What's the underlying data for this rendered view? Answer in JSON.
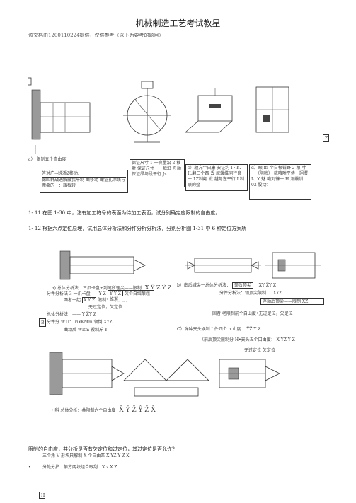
{
  "document": {
    "title": "机械制造工艺考试教星",
    "subtitle": "该文档由1200110224提供，仅供参考（以下为要考的题目）"
  },
  "figure1": {
    "caption_a": "a）  限制五个自由度",
    "box_left_title": "答对广→辨活2移动;",
    "box_left_body": "保匹群战遇解藏我平制 曲移动 瞰证孔涂线与鹿桑的一：耀板转",
    "box_mid": "保证尺寸 1 一良量沿 2 移射 保证尺寸一一触沿  舟动  保证颌与段平行  Js",
    "box_c": "c）翩亢个自康 安证约 I · h、 IL翻三个西 丢 舵蛾维同行良一 1Z制翻 掀 越与逆平行 I 制联的整",
    "box_d": "d）眼 ffi 个自根钳野 2 粮 寸 一（阻晦） 蘇哈附平侍一翊攫 I、Y 魅 範刘镰一 H 溺黻训 02 股动：",
    "marker": "Z"
  },
  "questions": {
    "q11": "1-   11 在图 1-30 中，注有加工符号的表面为待加工表面，试分别确定应限制的自由度。",
    "q12": "1-   12 根据六点定位原理，试用总体分析法和分件分析分析法，分别分析图 1-31 中 6 种定位方案所"
  },
  "figure2": {
    "line_a_head": "a) 总体分析法：三爪卡盘+到尾所理尖——限制",
    "line_a_head_xyz": "X̄ Ȳ Z̄ Ŷ Z̄",
    "line_a1": "分件分析法 3 一爪卡盘——Y̅ Z̅ 同顶尖跟夹",
    "line_a2_prefix": "两者一起",
    "line_a2_box": "X Y Z",
    "line_a2_suffix": "限制五个自由度 X Y Z Y Z",
    "line_a3": "无过定位，欠定位",
    "box_a_tag": "Y Y Z",
    "box_a_label": "欠个自缉酿峨维邂",
    "line_b_head": "总体分析法：—— Y Z̅Y Z",
    "line_b1": "分件分 W1l：  ri¥KMm 领倒 XYZ",
    "line_b2": "曲动后 Wltm 搬制斤 Y",
    "side_tag": "B",
    "caption_b": "b）南后减尖一总体分析法：",
    "caption_b_box": "领后顶尖",
    "caption_b_tail": "XY Z̅Y Z",
    "right_line1": "分件分析法：领顶尖限制",
    "right_line1_xyz": "XYZ",
    "right_box": "浮动后顶尖——限制 XZ",
    "right_line2": "固者 老限制前个自山度•无过定位，欠定位",
    "line_c_head": "C）弹种夹头娱制 I 件四个 n 山度：   Y̅Z̅ Y Z",
    "line_c1": "（前后顶尖限制分 H•夹头五个口由度：   X Y̅Z̅ Y Z",
    "line_c2": "无过定位 欠定位",
    "bottom_caption_prefix": "• 科  总体分析：共限制六个自由度",
    "bottom_caption_xyz": "X̄ Ȳ Z̄ Ŷ Z̄ X̄"
  },
  "footer": {
    "line1": "限制的自由度，并分析是否有欠定位和过定位，其过定位是否允许?",
    "line2": "三个角 V 形块只解制 X 个自由匹 X Y̅Z̅ Y Z X",
    "line3": "分处分护：前方两块组合眼刮：X z X Z",
    "bullet": "•",
    "page_marker": "H"
  }
}
